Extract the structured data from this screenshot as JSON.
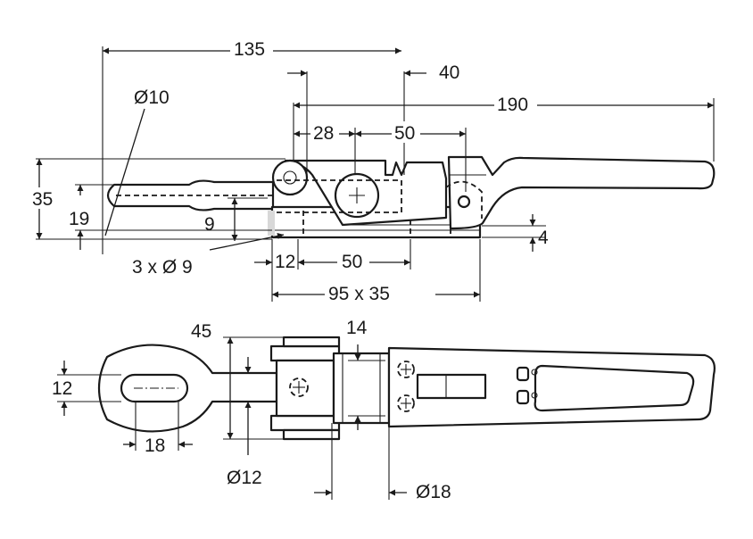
{
  "dimensions": {
    "overall_hook_reach": "135",
    "pin_to_hook": "40",
    "overall_length": "190",
    "pivot_spacing_a": "28",
    "pivot_spacing_b": "50",
    "hook_diameter": "Ø10",
    "overall_height": "35",
    "hook_height": "19",
    "hook_offset": "9",
    "plate_thickness": "4",
    "mounting_holes": "3 x Ø 9",
    "hole_edge": "12",
    "hole_spacing": "50",
    "base_plate": "95 x 35",
    "plan_width": "45",
    "link_spacing": "14",
    "slot_width": "12",
    "slot_length": "18",
    "rod_diameter": "Ø12",
    "roller_diameter": "Ø18"
  }
}
